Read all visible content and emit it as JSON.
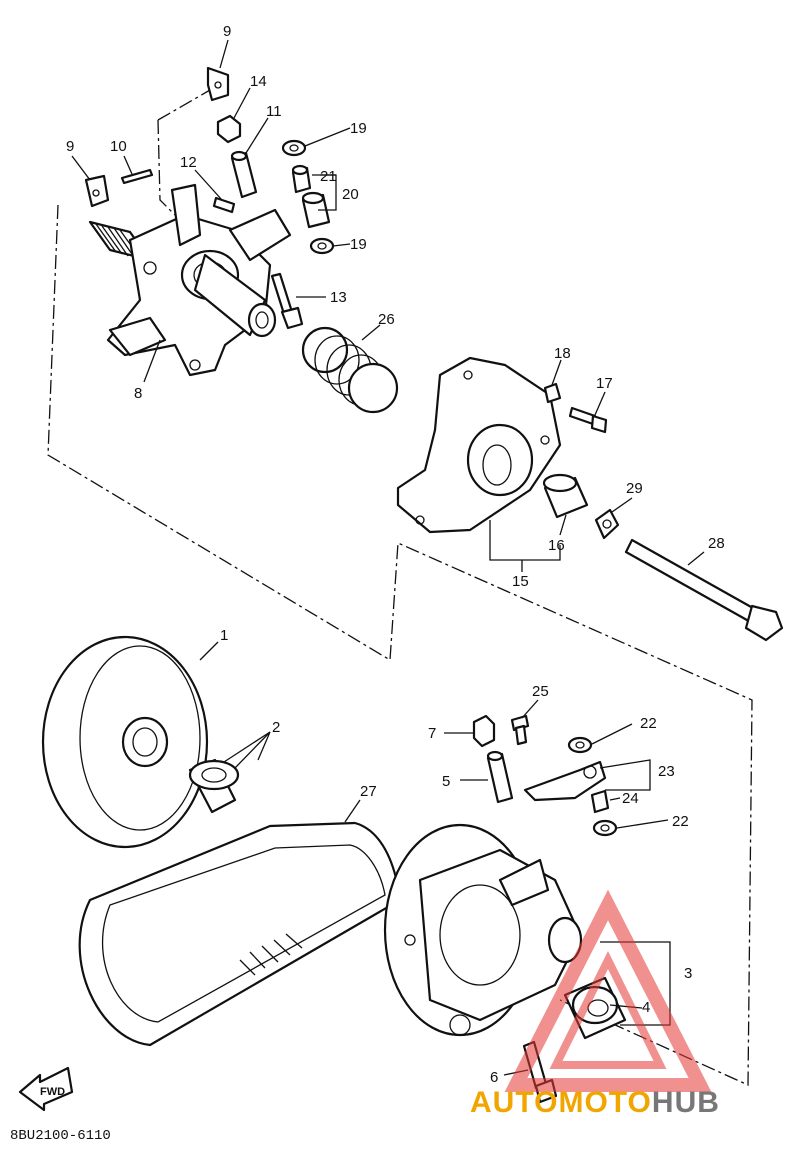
{
  "diagram": {
    "code": "8BU2100-6110",
    "fwd_label": "FWD",
    "callouts": [
      "1",
      "2",
      "3",
      "4",
      "5",
      "6",
      "7",
      "8",
      "9",
      "9",
      "10",
      "11",
      "12",
      "13",
      "14",
      "15",
      "16",
      "17",
      "18",
      "19",
      "19",
      "20",
      "21",
      "22",
      "22",
      "23",
      "24",
      "25",
      "26",
      "27",
      "28",
      "29"
    ]
  },
  "watermark": {
    "part1": "AUTO",
    "part2": "MOTO",
    "part3": "HUB",
    "colors": {
      "auto": "#f0a500",
      "moto": "#f0a500",
      "hub": "#777777",
      "logo_red": "#e53935"
    }
  }
}
